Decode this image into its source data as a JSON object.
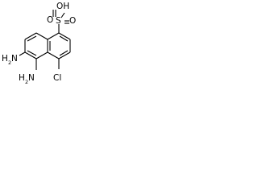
{
  "structure": {
    "labels": {
      "sulfonic_oh": "OH",
      "sulfur": "S",
      "oxygen_upper": "O",
      "oxygen_lower": "O",
      "amino_upper_h": "H",
      "amino_upper_subscript": "2",
      "amino_upper_n": "N",
      "amino_lower_h": "H",
      "amino_lower_subscript": "2",
      "amino_lower_n": "N",
      "chlorine": "Cl"
    },
    "colors": {
      "bonds": "#000000",
      "labels": "#000000",
      "background": "#ffffff"
    }
  }
}
